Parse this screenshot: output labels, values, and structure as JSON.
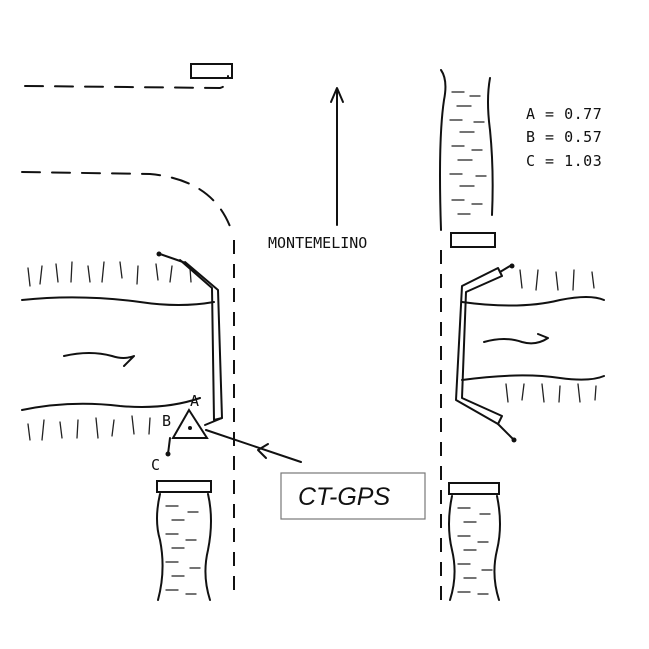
{
  "road_label": "MONTEMELINO",
  "coefficients": [
    {
      "key": "A",
      "text": "A = 0.77"
    },
    {
      "key": "B",
      "text": "B = 0.57"
    },
    {
      "key": "C",
      "text": "C = 1.03"
    }
  ],
  "points": {
    "a": "A",
    "b": "B",
    "c": "C"
  },
  "sensor_label": "CT-GPS",
  "colors": {
    "ink": "#111111",
    "box_border": "#777777",
    "background": "#ffffff"
  }
}
